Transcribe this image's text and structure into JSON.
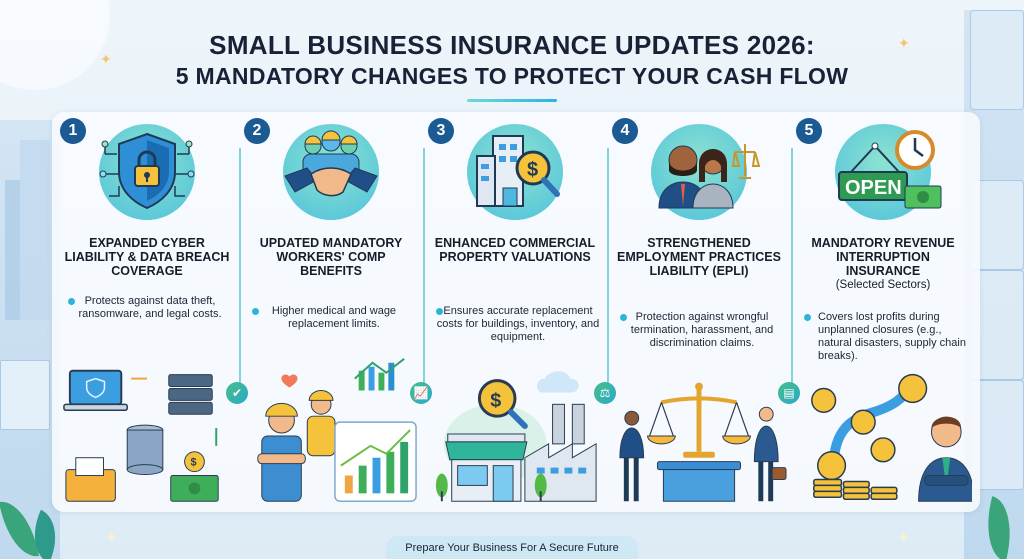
{
  "title": {
    "line1": "SMALL BUSINESS INSURANCE UPDATES 2026:",
    "line2": "5 MANDATORY CHANGES TO PROTECT YOUR CASH FLOW"
  },
  "colors": {
    "number_badge": "#1c5a93",
    "accent_teal": "#5cc6c9",
    "accent_blue": "#2ab4d8",
    "title_text": "#182236"
  },
  "cards": [
    {
      "number": "1",
      "icon": "shield-lock-icon",
      "title": "EXPANDED CYBER LIABILITY & DATA BREACH COVERAGE",
      "subtitle": "",
      "body": "Protects against data theft, ransomware, and legal costs.",
      "illustration": "laptop-server-database-cash-illustration"
    },
    {
      "number": "2",
      "icon": "workers-handshake-icon",
      "title": "UPDATED MANDATORY WORKERS' COMP BENEFITS",
      "subtitle": "",
      "body": "Higher medical and wage replacement limits.",
      "illustration": "construction-workers-growth-chart-illustration"
    },
    {
      "number": "3",
      "icon": "building-magnifier-dollar-icon",
      "title": "ENHANCED COMMERCIAL PROPERTY VALUATIONS",
      "subtitle": "",
      "body": "Ensures accurate replacement costs for buildings, inventory, and equipment.",
      "illustration": "storefront-factory-illustration"
    },
    {
      "number": "4",
      "icon": "employees-scales-icon",
      "title": "STRENGTHENED EMPLOYMENT PRACTICES LIABILITY (EPLI)",
      "subtitle": "",
      "body": "Protection against wrongful termination, harassment, and discrimination claims.",
      "illustration": "justice-scales-people-illustration"
    },
    {
      "number": "5",
      "icon": "open-sign-clock-cash-icon",
      "title": "MANDATORY REVENUE INTERRUPTION INSURANCE",
      "subtitle": "(Selected Sectors)",
      "body": "Covers lost profits during unplanned closures (e.g., natural disasters, supply chain breaks).",
      "illustration": "coins-arrow-businessman-illustration"
    }
  ],
  "open_sign_text": "OPEN",
  "footer": {
    "text": "Prepare Your Business For A Secure Future"
  }
}
